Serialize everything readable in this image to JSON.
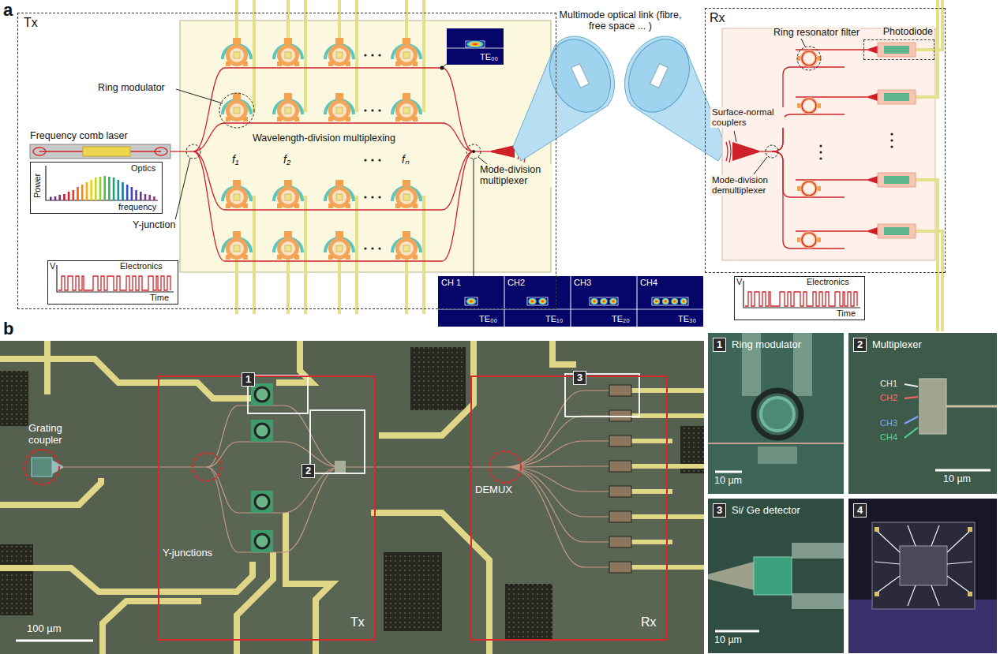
{
  "diagram": {
    "nodes": [
      {
        "text": [
          "Tx"
        ]
      },
      {
        "text": [
          "Frequency comb laser"
        ],
        "in": 0
      },
      {
        "text": [
          "Optics",
          "Power",
          "frequency"
        ],
        "in": 0
      },
      {
        "text": [
          "Electronics",
          "V",
          "Time"
        ],
        "in": 0
      },
      {
        "text": [
          "TE₀₀"
        ],
        "in": 0
      },
      {
        "text": [
          "CH 1",
          "TE₀₀",
          "CH2",
          "TE₁₀",
          "CH3",
          "TE₂₀",
          "CH4",
          "TE₃₀"
        ]
      },
      {
        "text": [
          "Rx"
        ]
      },
      {
        "text": [
          "Photodiode"
        ],
        "in": 6
      },
      {
        "text": [
          "Electronics",
          "V",
          "Time"
        ]
      },
      {
        "text": [
          "Tx"
        ]
      },
      {
        "text": [
          "Rx"
        ]
      },
      {
        "text": [
          "1",
          "Ring modulator",
          "10 µm"
        ]
      },
      {
        "text": [
          "2",
          "Multiplexer",
          "CH1",
          "CH2",
          "CH3",
          "CH4",
          "10 µm"
        ]
      },
      {
        "text": [
          "3",
          "Si/ Ge detector",
          "10 µm"
        ]
      },
      {
        "text": [
          "4"
        ]
      }
    ],
    "labels": [
      "a",
      "Ring modulator",
      "f₁",
      "f₂",
      "fₙ",
      "Wavelength-division multiplexing",
      "Y-junction",
      "Mode-division multiplexer",
      "Multimode optical link (fibre, free space ... )",
      "Ring resonator filter",
      "Surface-normal couplers",
      "Mode-division demultiplexer",
      "b",
      "Grating coupler",
      "Y-junctions",
      "1",
      "2",
      "3",
      "DEMUX",
      "100 µm"
    ]
  }
}
